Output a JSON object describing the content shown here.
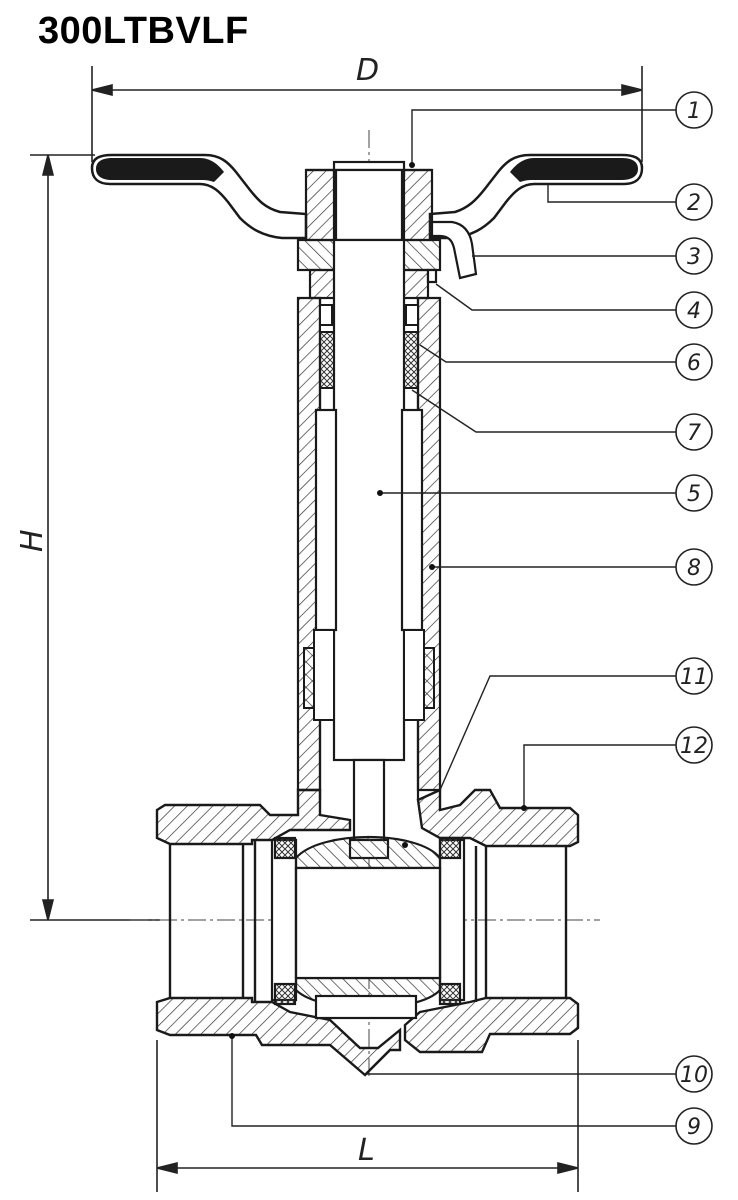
{
  "title": "300LTBVLF",
  "dimensions": {
    "D": "D",
    "H": "H",
    "L": "L"
  },
  "callouts": [
    {
      "id": "c1",
      "label": "1"
    },
    {
      "id": "c2",
      "label": "2"
    },
    {
      "id": "c3",
      "label": "3"
    },
    {
      "id": "c4",
      "label": "4"
    },
    {
      "id": "c6",
      "label": "6"
    },
    {
      "id": "c7",
      "label": "7"
    },
    {
      "id": "c5",
      "label": "5"
    },
    {
      "id": "c8",
      "label": "8"
    },
    {
      "id": "c11",
      "label": "11"
    },
    {
      "id": "c12",
      "label": "12"
    },
    {
      "id": "c10",
      "label": "10"
    },
    {
      "id": "c9",
      "label": "9"
    }
  ],
  "colors": {
    "line": "#1a1a1a",
    "handle_grip": "#1a1a1a",
    "background": "#ffffff"
  }
}
